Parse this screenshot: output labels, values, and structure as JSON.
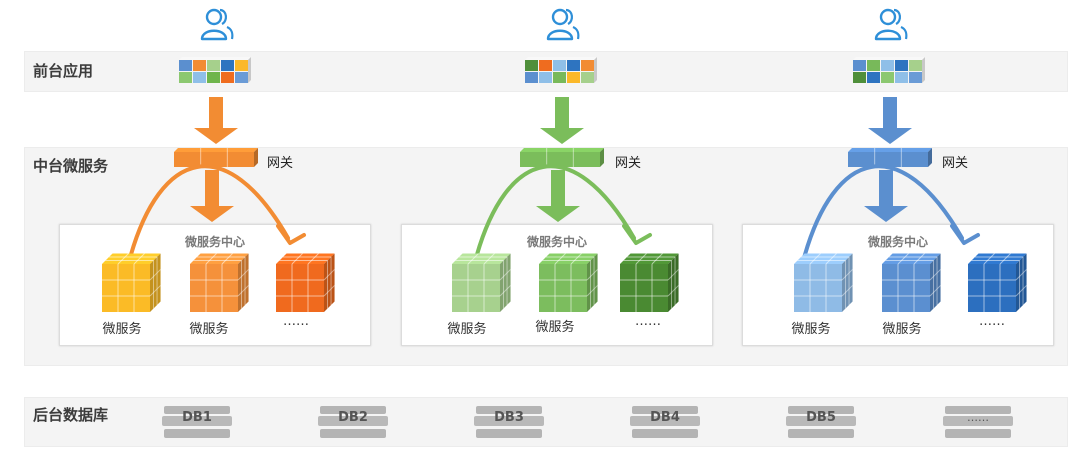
{
  "layers": {
    "front": {
      "label": "前台应用"
    },
    "middle": {
      "label": "中台微服务"
    },
    "back": {
      "label": "后台数据库"
    }
  },
  "columns": [
    {
      "theme": "orange",
      "accent": "#f28c33",
      "gateway_label": "网关",
      "center_title": "微服务中心",
      "app_colors": [
        "#5b8fcf",
        "#f28c33",
        "#a6d08c",
        "#2e74c0",
        "#fbb829",
        "#8cc870",
        "#8fbfe8",
        "#6fb54c",
        "#ef6c1f",
        "#6a9bd6"
      ],
      "cube_colors": [
        "#fbbb26",
        "#f5913b",
        "#f06a1e"
      ],
      "services": [
        "微服务",
        "微服务",
        "……"
      ]
    },
    {
      "theme": "green",
      "accent": "#7bbd5b",
      "gateway_label": "网关",
      "center_title": "微服务中心",
      "app_colors": [
        "#4f8f3a",
        "#ef6c1f",
        "#8fbfe8",
        "#2e74c0",
        "#f28c33",
        "#5b8fcf",
        "#8fbfe8",
        "#78b95a",
        "#fbb829",
        "#a6d08c"
      ],
      "cube_colors": [
        "#a7d18e",
        "#7cbd5e",
        "#4a8a32"
      ],
      "services": [
        "微服务",
        "微服务",
        "……"
      ]
    },
    {
      "theme": "blue",
      "accent": "#5b8fcf",
      "gateway_label": "网关",
      "center_title": "微服务中心",
      "app_colors": [
        "#5b8fcf",
        "#78b95a",
        "#8fbfe8",
        "#2e74c0",
        "#a6d08c",
        "#4f8f3a",
        "#2e74c0",
        "#8cc870",
        "#8fbfe8",
        "#6a9bd6"
      ],
      "cube_colors": [
        "#8fbbe6",
        "#5b8fd0",
        "#2c6fbf"
      ],
      "services": [
        "微服务",
        "微服务",
        "……"
      ]
    }
  ],
  "databases": [
    "DB1",
    "DB2",
    "DB3",
    "DB4",
    "DB5",
    "……"
  ],
  "icons": {
    "user": "users-icon",
    "user_color": "#2e8fd8"
  }
}
